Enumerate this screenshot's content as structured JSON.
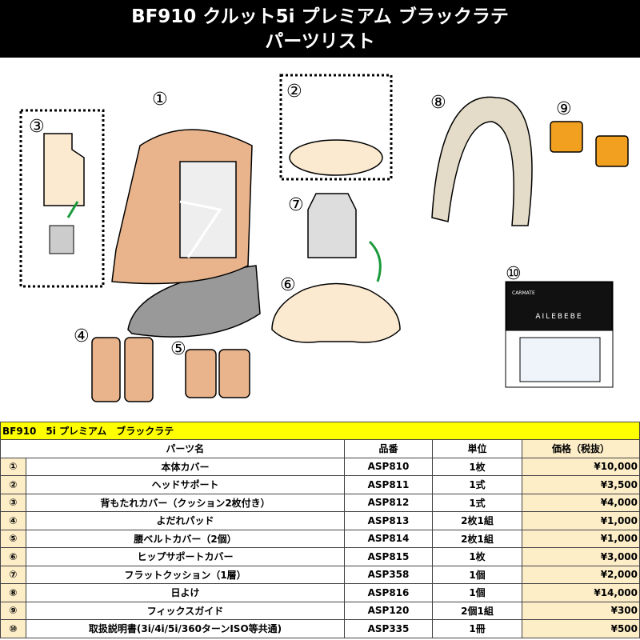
{
  "header": {
    "title_line1": "BF910 クルット5i プレミアム ブラックラテ",
    "title_line2": "パーツリスト"
  },
  "illustration": {
    "labels": [
      "①",
      "②",
      "③",
      "④",
      "⑤",
      "⑥",
      "⑦",
      "⑧",
      "⑨",
      "⑩"
    ],
    "manual_logo": "CARMATE",
    "manual_brand": "AILEBEBE",
    "colors": {
      "cover": "#e9b48c",
      "cream": "#fbe9d0",
      "arrow": "#1a9a3c",
      "guide": "#f2a020"
    }
  },
  "table": {
    "title": "BF910　5i プレミアム　ブラックラテ",
    "headers": {
      "name": "パーツ名",
      "part_no": "品番",
      "unit": "単位",
      "price": "価格（税抜）"
    },
    "rows": [
      {
        "num": "①",
        "name": "本体カバー",
        "part_no": "ASP810",
        "unit": "1枚",
        "price": "¥10,000"
      },
      {
        "num": "②",
        "name": "ヘッドサポート",
        "part_no": "ASP811",
        "unit": "1式",
        "price": "¥3,500"
      },
      {
        "num": "③",
        "name": "背もたれカバー（クッション2枚付き）",
        "part_no": "ASP812",
        "unit": "1式",
        "price": "¥4,000"
      },
      {
        "num": "④",
        "name": "よだれパッド",
        "part_no": "ASP813",
        "unit": "2枚1組",
        "price": "¥1,000"
      },
      {
        "num": "⑤",
        "name": "腰ベルトカバー（2個）",
        "part_no": "ASP814",
        "unit": "2枚1組",
        "price": "¥1,000"
      },
      {
        "num": "⑥",
        "name": "ヒップサポートカバー",
        "part_no": "ASP815",
        "unit": "1枚",
        "price": "¥3,000"
      },
      {
        "num": "⑦",
        "name": "フラットクッション（1層）",
        "part_no": "ASP358",
        "unit": "1個",
        "price": "¥2,000"
      },
      {
        "num": "⑧",
        "name": "日よけ",
        "part_no": "ASP816",
        "unit": "1個",
        "price": "¥14,000"
      },
      {
        "num": "⑨",
        "name": "フィックスガイド",
        "part_no": "ASP120",
        "unit": "2個1組",
        "price": "¥300"
      },
      {
        "num": "⑩",
        "name": "取扱説明書(3i/4i/5i/360ターンISO等共通)",
        "part_no": "ASP335",
        "unit": "1冊",
        "price": "¥500"
      }
    ]
  }
}
